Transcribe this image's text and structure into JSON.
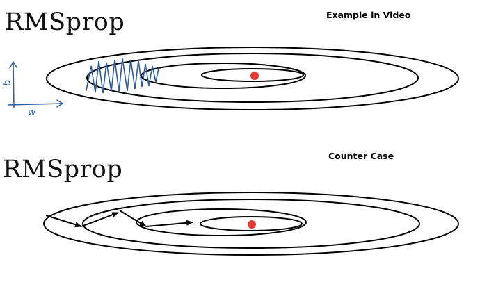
{
  "panels": [
    {
      "title": "RMSprop",
      "caption": "Example in Video",
      "axis_vertical_label": "b",
      "axis_horizontal_label": "w"
    },
    {
      "title": "RMSprop",
      "caption": "Counter Case"
    }
  ],
  "colors": {
    "contour": "#000000",
    "minimum_dot": "#e53935",
    "handwriting": "#2a5b9e",
    "arrows": "#000000"
  }
}
